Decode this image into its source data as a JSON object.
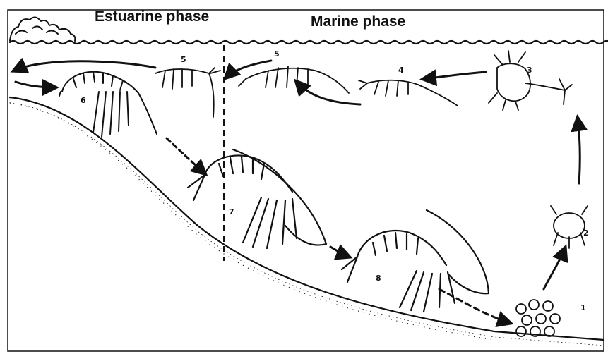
{
  "labels": {
    "estuarine_phase": "Estuarine phase",
    "marine_phase": "Marine  phase"
  },
  "stages": [
    {
      "number": "1",
      "depicts": "eggs"
    },
    {
      "number": "2",
      "depicts": "nauplius larva"
    },
    {
      "number": "3",
      "depicts": "protozoea larva"
    },
    {
      "number": "4",
      "depicts": "mysis larva"
    },
    {
      "number": "5",
      "depicts": "postlarva (marine)"
    },
    {
      "number": "5",
      "depicts": "postlarva (estuary)"
    },
    {
      "number": "6",
      "depicts": "juvenile shrimp"
    },
    {
      "number": "7",
      "depicts": "sub-adult shrimp"
    },
    {
      "number": "8",
      "depicts": "adult spawning shrimp"
    }
  ],
  "colors": {
    "ink": "#111111",
    "background": "#ffffff"
  }
}
